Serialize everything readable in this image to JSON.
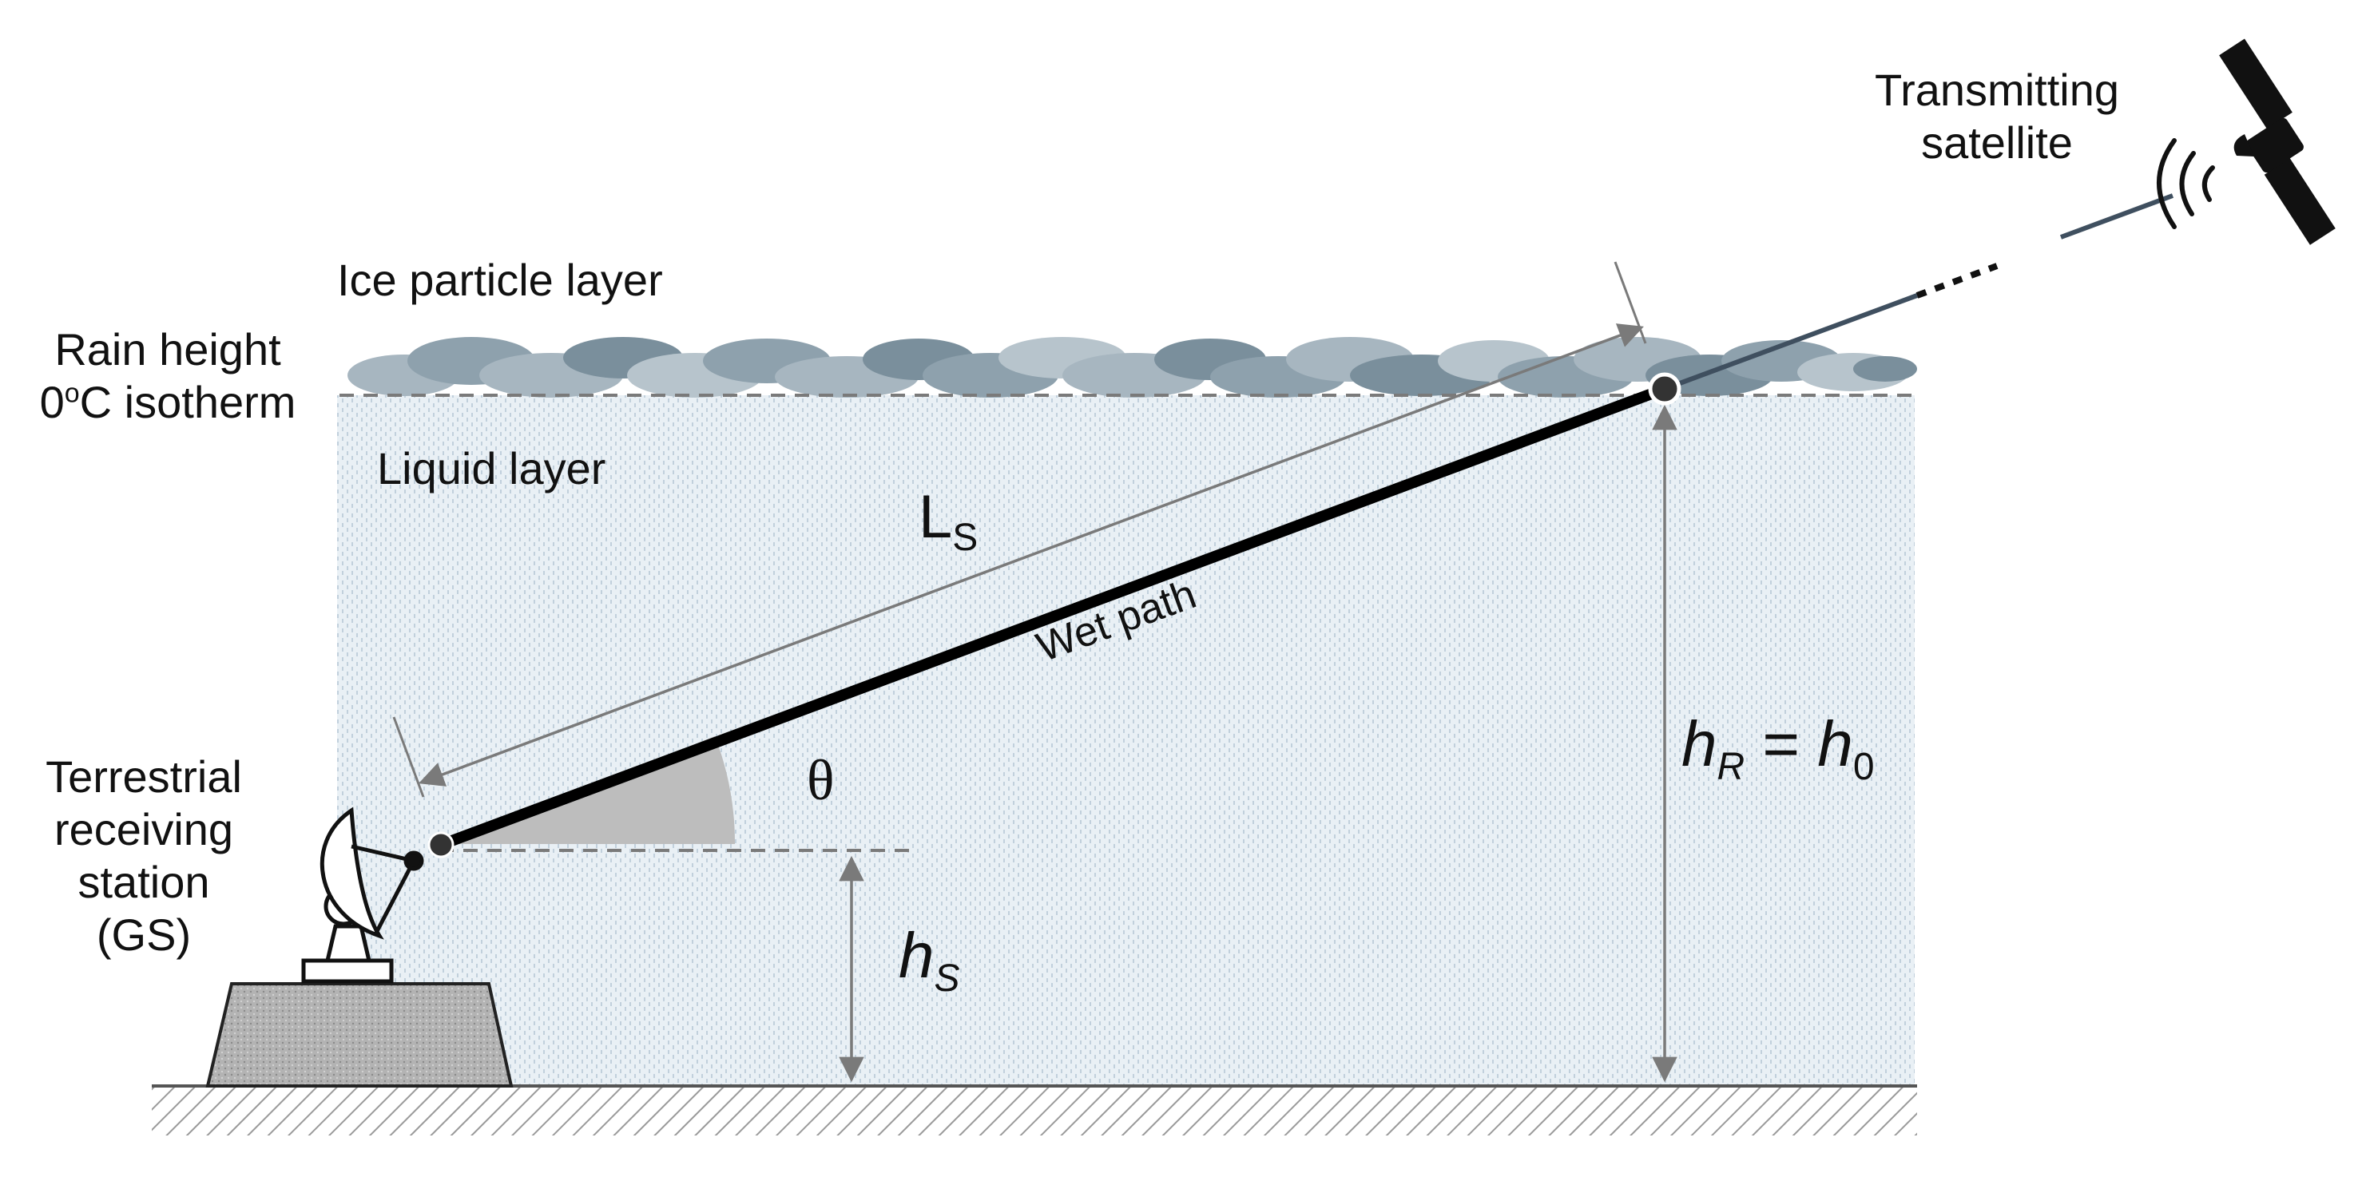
{
  "labels": {
    "transmitting_satellite": [
      "Transmitting",
      "satellite"
    ],
    "ice_particle_layer": "Ice particle layer",
    "rain_height": [
      "Rain height",
      "0",
      "o",
      "C isotherm"
    ],
    "liquid_layer": "Liquid layer",
    "ls": {
      "base": "L",
      "sub": "S"
    },
    "wet_path": "Wet path",
    "theta": "θ",
    "hr_h0": {
      "h1": "h",
      "sub1": "R",
      "eq": " = ",
      "h2": "h",
      "sub2": "0"
    },
    "hs": {
      "base": "h",
      "sub": "S"
    },
    "terrestrial_station": [
      "Terrestrial",
      "receiving",
      "station",
      "(GS)"
    ]
  },
  "colors": {
    "cloud_light": "#a7b6c0",
    "cloud_dark": "#7a8f9c",
    "rain_fill": "#cfdde6",
    "path": "#000000",
    "arrow": "#7a7a7a",
    "angle_fill": "#bdbdbd",
    "ground_hatch": "#9a9a9a",
    "building": "#9c9c9c",
    "satellite_link": "#3f4f5f"
  },
  "icons": [
    "satellite-icon",
    "dish-antenna-icon",
    "signal-waves-icon"
  ]
}
